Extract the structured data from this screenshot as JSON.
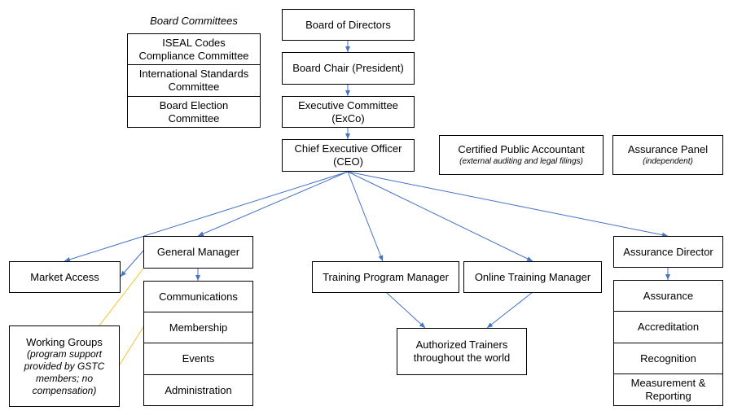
{
  "colors": {
    "arrow": "#4472c4",
    "connector": "#f2c12e",
    "border": "#000000"
  },
  "board_committees": {
    "heading": "Board Committees",
    "items": [
      [
        "ISEAL Codes",
        "Compliance Committee"
      ],
      [
        "International Standards",
        "Committee"
      ],
      [
        "Board Election",
        "Committee"
      ]
    ]
  },
  "governance": {
    "board": "Board of Directors",
    "chair": "Board Chair (President)",
    "exco": [
      "Executive Committee",
      "(ExCo)"
    ],
    "ceo": [
      "Chief Executive Officer",
      "(CEO)"
    ]
  },
  "external": {
    "cpa": {
      "title": "Certified Public Accountant",
      "note": "(external auditing and legal filings)"
    },
    "panel": {
      "title": "Assurance Panel",
      "note": "(independent)"
    }
  },
  "management": {
    "market_access": "Market Access",
    "general_manager": "General Manager",
    "gm_units": [
      "Communications",
      "Membership",
      "Events",
      "Administration"
    ],
    "working_groups": {
      "title": "Working Groups",
      "note": [
        "(program support",
        "provided by GSTC",
        "members; no",
        "compensation)"
      ]
    },
    "training_program_manager": "Training Program Manager",
    "online_training_manager": "Online Training Manager",
    "authorized_trainers": [
      "Authorized Trainers",
      "throughout the world"
    ],
    "assurance_director": "Assurance Director",
    "assurance_units": [
      "Assurance",
      "Accreditation",
      "Recognition",
      "Measurement &|Reporting"
    ]
  }
}
